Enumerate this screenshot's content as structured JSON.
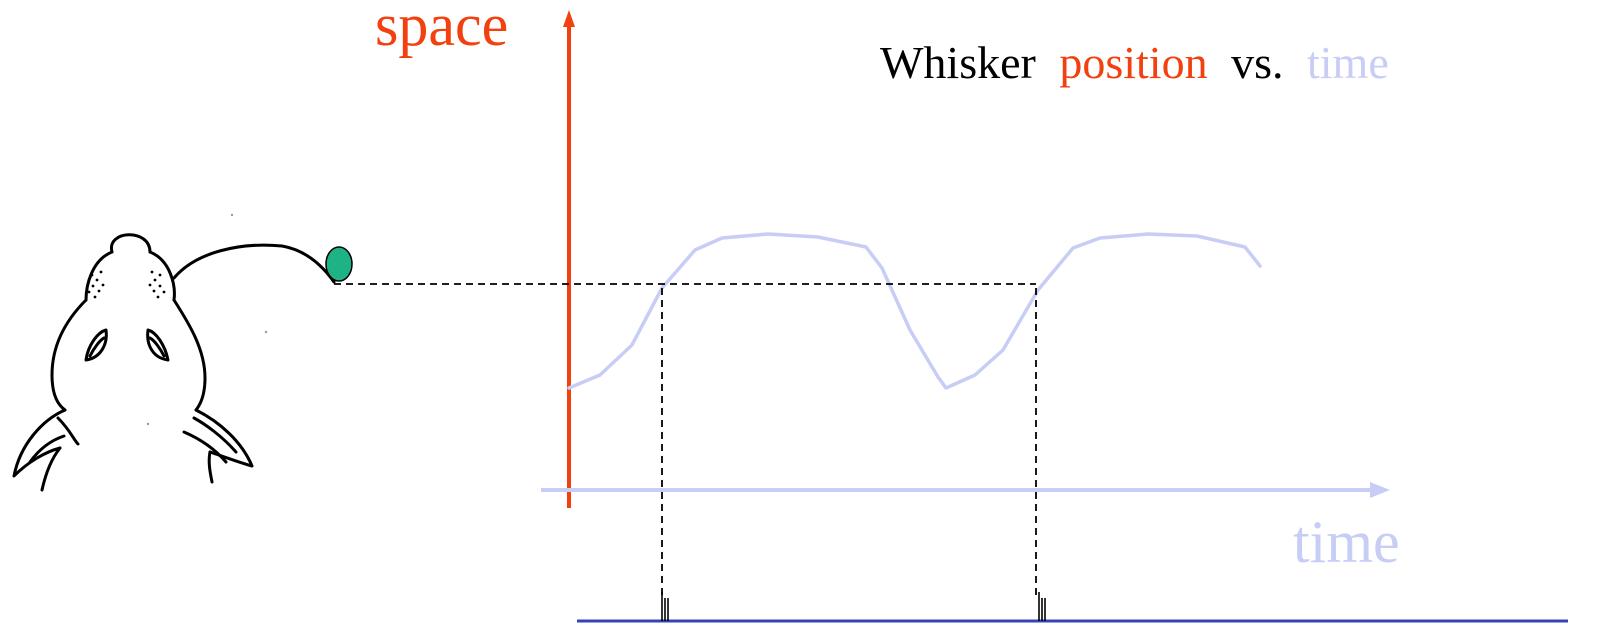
{
  "title": {
    "word1": "Whisker",
    "word2": "position",
    "word3": "vs.",
    "word4": "time"
  },
  "axes": {
    "y_label": "space",
    "x_label": "time"
  },
  "colors": {
    "space": "#f2400f",
    "time": "#c8cdf5",
    "text": "#000000",
    "dot": "#1db386",
    "spike_baseline": "#3344bb"
  },
  "icons": {
    "mouse": "mouse-head-top-view-icon",
    "whisker_tip": "whisker-tip-dot-icon"
  }
}
